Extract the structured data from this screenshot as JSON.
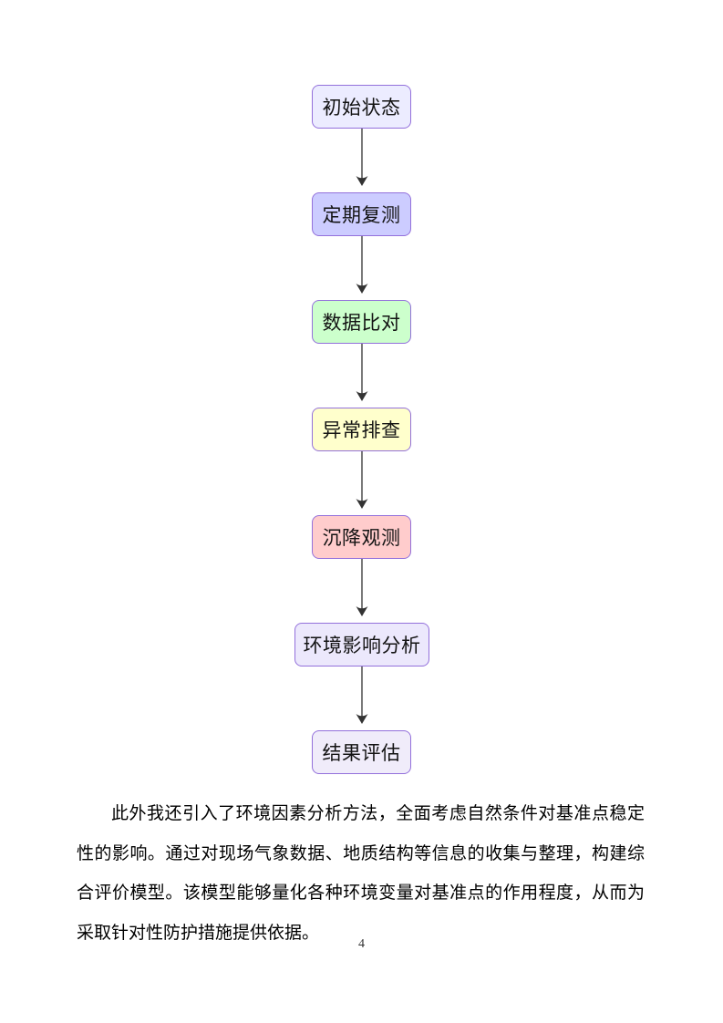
{
  "page": {
    "number": "4",
    "background": "#ffffff"
  },
  "flowchart": {
    "border_color": "#9370DB",
    "arrow_color": "#333333",
    "nodes": [
      {
        "label": "初始状态",
        "fill": "#ECECFF"
      },
      {
        "label": "定期复测",
        "fill": "#CCCCFF"
      },
      {
        "label": "数据比对",
        "fill": "#CCFFCC"
      },
      {
        "label": "异常排查",
        "fill": "#FFFFCC"
      },
      {
        "label": "沉降观测",
        "fill": "#FFCCCC"
      },
      {
        "label": "环境影响分析",
        "fill": "#ECE8FC"
      },
      {
        "label": "结果评估",
        "fill": "#F0ECFA"
      }
    ]
  },
  "body": {
    "paragraph": "此外我还引入了环境因素分析方法，全面考虑自然条件对基准点稳定性的影响。通过对现场气象数据、地质结构等信息的收集与整理，构建综合评价模型。该模型能够量化各种环境变量对基准点的作用程度，从而为采取针对性防护措施提供依据。"
  }
}
